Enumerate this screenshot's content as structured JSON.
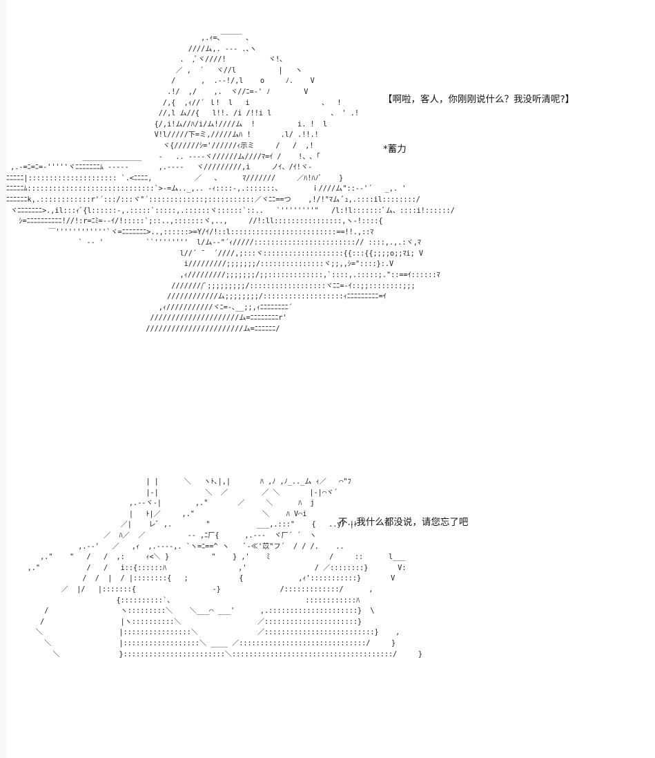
{
  "dialogue": {
    "line1": "【啊啦，客人，你刚刚说什么？我没听清呢?】",
    "line2": "*蓄力",
    "line3": "不...我什么都没说，请您忘了吧"
  },
  "art": {
    "top": "                                              ,.ｨ=､￣￣￣ ､\n                                           ////ム,. -‐- .､ヽ\n                                         .  ,ﾞヾ////!          ヾ!､\n                                        ／ ,  ´   ヾ//l          |   ヽ\n                                       /      ,  .‐-!/,l    o     ﾉ.    V\n                                      .!/  ,/    ,.  ヾ//ﾆ=‐' ﾉ        V\n                                     /,{  ,ｨ//´ ｌ!  l   i                 、  !\n                                    //,l ム//{   l!!. /i /!!i l              、 ' .!\n                                   {/,i!ム//ﾊ/i/ム!////ム  !          i. !  l\n                                   V!l/////下=ミ,/////ムﾊ !       .l/ .!!.!\n                                     ヾ{//////ｼ='//////ｨ示ミ     /   /  ,!\n                  ______________    ‐   .. ‐‐-‐ヾ//////ム////ﾏ=ｲ /    !、､「\n ,.-=ﾆ=ﾆ=-'''''ヾﾆﾆﾆﾆﾆﾆﾆﾑ ‐‐‐‐‐       ,.‐‐‐‐   ヾ/////////,i     ノｲ、/ｲ!ヾ‐\nﾆﾆﾆﾆﾆ|::::::::::::::::::::: `.<ﾆﾆﾆﾆ,          ／   、     ﾏ///////     ／ﾊ!ﾊﾉﾞ    }\nﾆﾆﾆﾆﾆﾑ::::::::::::::::::::::::::::::`>-=ム.._,.. -ｨ::::-,.:::::::、       ｉ////ム\"::‐‐'´   _,. '\nﾆﾆﾆﾆﾆﾆk,.::::::::::::r'´:::/:::ヾ\"´:::::::::::::;:::::::::::／ヾﾆﾆ==つ    ,!/!\"ﾏム ﾞｭ,.::::il::::::::/\n ヾﾆﾆﾆﾆﾆﾆﾆ>.,il:::ｨﾞ{l::::::-,.:::::`:::::,.::::::ヾ::::::`::..   `''''''''\"   /l:!l:::::::ﾞム、::::i!::::::/\n   ｼ=ﾆﾆﾆﾆﾆﾆﾆﾆﾆﾆ!//!:r=ﾆﾐ=‐‐ｲ/!:::::`;::..,:::::::ヾ,..,     //!:ll::::::::::::::::,ヽ‐!::::{\n          ￣''''''''''''`ヾ=ﾆﾆﾆﾆﾆﾆﾆ>..,::::::>=Y/ｲ/!::l:::::::::::::::::::::::::==!!.,::ﾏ\n                 ` ‐‐ '          ``''''''''  l/ム‐‐\"´ｨ/////::::::::::::::::::::::::// ::::,.,.:ヾ,ﾏ\n                                         l//´ ˉ  ´////,;:::ヾ:::::::::::::::::::{{:::{{;;;;o;;ﾏi; V\n                                          i/////////;;;;;;;/:::::::::::::::ヾ;;,,ｼ=\"::::}:.V\n                                         ,ｨ/////////;;;;;;;/;;:::::::::::::,`::::,.:::::;.\"::==ｲ::::::ﾏ\n                                       ////////ﾞ;;;;;;;;;/::::::::::::::::::ヾﾆﾆ=‐ｲ::;;::::::::;;;\n                                      ////////////ム;;;;;;;;/:::::::::::::::::::ｨﾆﾆﾆﾆﾆﾆﾆﾆﾆ=ｲ\n                                    ,ｨ///////////ヾﾆ=‐､__;;,ｨﾆﾆﾆﾆﾆﾆﾆﾆ´\n                                  /////////////////////ム=ﾆﾆﾆﾆﾆﾆﾆﾆr'\n                                 ///////////////////////ム=ﾆﾆﾆﾆﾆﾆ/",
    "bottom": "                                 | |      ＼   ヽﾄ､|,|       ﾊ ,ﾉ ,ﾉ_.._ム ｨ／   ⌒\"ﾌ\n                                 |‐|           ＼  ／        ／ ＼       |‐|⌒ヾ´\n                             ,.-‐ヾ‐|        ,.\"       ／     ＼      ﾊ  j\n                             |   ﾄ|／     ,.\"                ＼    ﾊ V⌒i\n                           ／|    レﾞ ,.        \"           ___,.:::\"    {   ..y/ |ﾄ\n                       ／  ﾊ／  ／          ‐‐ ,ﾆ厂{      ,.‐‐‐  ヾ厂´ ´  ヽ\n                 ,.-‐'   ／   ,ｨ  ,.-‐‐-,. `ヽ=ﾆ==^ ヽ    ﾞ‐≪'苡\"フ´  / / /.    ..\n        ,.\"    \"   /   /  ,:     ｨ<＼ }          \"    } ,'    ﾐ              /     ::      l___\n     ,.\"           /   /   i::{::::::ﾊ                 ,'                / ／::::::::}       V:\n                  /  /  |  / |::::::::{   ;            {             ,ｨ':::::::::::}       V\n             ／  |/   |:::::::{                  ‐}              /:::::::::::::/      ,\n                          {::::::::::`、                               ::::::::::::ﾊ\n         /                 ヽ:::::::::＼    ＼___⌒ ___'      ,.:::::::::::::::::::::}  \\\n        /                  |ヽ::::::::::＼                  ／::::::::::::::::::::::}\n       ＼                  |::::::::::::::::＼              ／::::::::::::::::::::::::::}    ,\n         ＼                |::::::::::::::::::＼ ____ ／::::::::::::::::::::::::::::::/     }\n           ＼              }::::::::::::::::::::::::＼::::::::::::::::::::::::::::::::::::::/     }"
  }
}
